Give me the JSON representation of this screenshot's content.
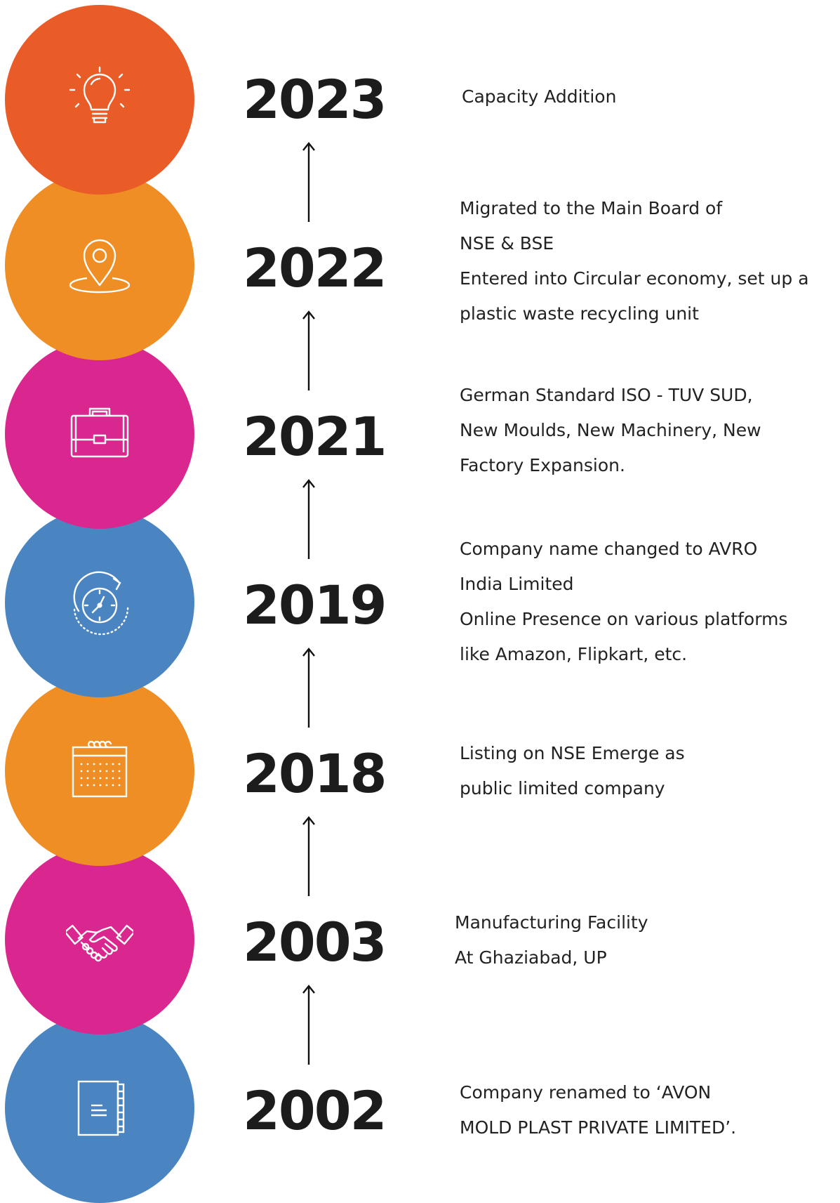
{
  "colors": {
    "orange_red": "#E95B27",
    "orange": "#EE8E24",
    "magenta": "#DA2790",
    "blue": "#4A85C2",
    "text": "#222222"
  },
  "timeline": [
    {
      "year": "2023",
      "icon": "lightbulb-icon",
      "color": "#E95B27",
      "lines": [
        "Capacity Addition"
      ]
    },
    {
      "year": "2022",
      "icon": "location-pin-icon",
      "color": "#EE8E24",
      "lines": [
        "Migrated to the Main Board of",
        "NSE & BSE",
        "Entered into Circular economy, set  up a",
        "plastic waste recycling unit"
      ]
    },
    {
      "year": "2021",
      "icon": "briefcase-icon",
      "color": "#DA2790",
      "lines": [
        "German Standard ISO - TUV SUD,",
        "New Moulds, New Machinery, New",
        "Factory Expansion."
      ]
    },
    {
      "year": "2019",
      "icon": "clock-refresh-icon",
      "color": "#4A85C2",
      "lines": [
        "Company name changed to AVRO",
        "India Limited",
        "Online Presence on various platforms",
        "like Amazon, Flipkart, etc."
      ]
    },
    {
      "year": "2018",
      "icon": "calendar-icon",
      "color": "#EE8E24",
      "lines": [
        "Listing on NSE Emerge as",
        "public limited company"
      ]
    },
    {
      "year": "2003",
      "icon": "handshake-icon",
      "color": "#DA2790",
      "lines": [
        "Manufacturing Facility",
        "At Ghaziabad, UP"
      ]
    },
    {
      "year": "2002",
      "icon": "notebook-icon",
      "color": "#4A85C2",
      "lines": [
        "Company renamed to ‘AVON",
        "MOLD PLAST PRIVATE LIMITED’."
      ]
    }
  ]
}
